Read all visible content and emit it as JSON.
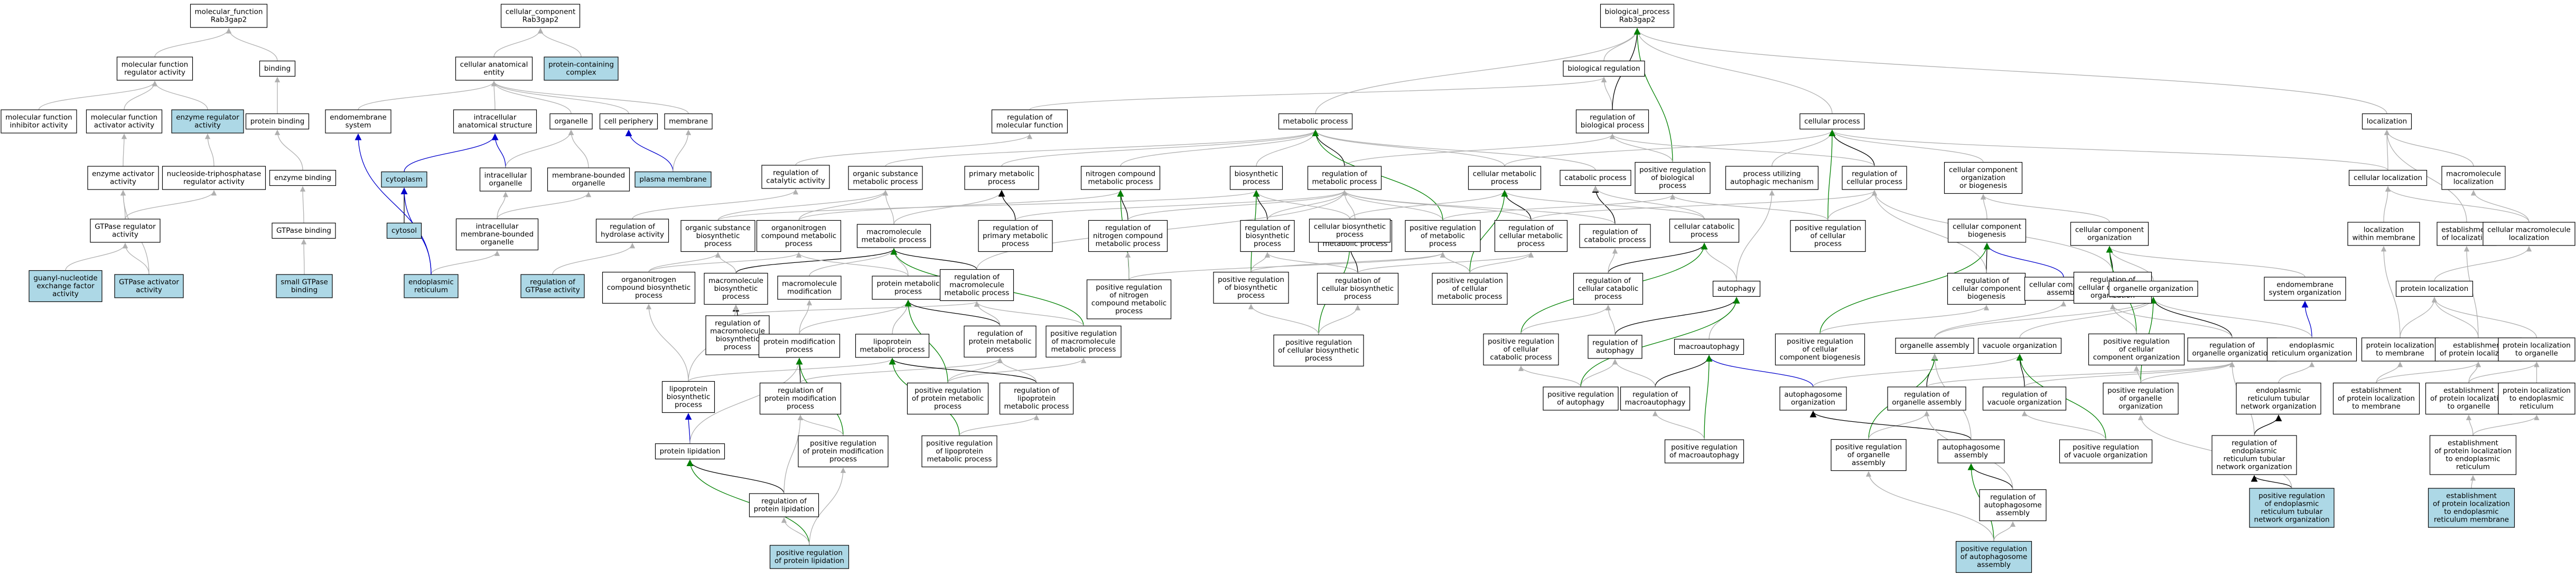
{
  "colors": {
    "highlight": "#add8e6",
    "plain": "#ffffff",
    "edge_is_a": "#b0b0b0",
    "edge_part_of": "#000000",
    "edge_positive": "#008000",
    "edge_blue": "#0000cc"
  },
  "nodes": [
    {
      "id": "mf",
      "lines": [
        "molecular_function",
        "Rab3gap2"
      ]
    },
    {
      "id": "cc",
      "lines": [
        "cellular_component",
        "Rab3gap2"
      ]
    },
    {
      "id": "bp",
      "lines": [
        "biological_process",
        "Rab3gap2"
      ]
    },
    {
      "id": "mfreg",
      "lines": [
        "molecular function",
        "regulator activity"
      ]
    },
    {
      "id": "binding",
      "lines": [
        "binding"
      ]
    },
    {
      "id": "cae",
      "lines": [
        "cellular anatomical",
        "entity"
      ]
    },
    {
      "id": "pcc",
      "lines": [
        "protein-containing",
        "complex"
      ],
      "hl": true
    },
    {
      "id": "breg",
      "lines": [
        "biological regulation"
      ]
    },
    {
      "id": "mfinh",
      "lines": [
        "molecular function",
        "inhibitor activity"
      ]
    },
    {
      "id": "mfact",
      "lines": [
        "molecular function",
        "activator activity"
      ]
    },
    {
      "id": "enzreg",
      "lines": [
        "enzyme regulator",
        "activity"
      ],
      "hl": true
    },
    {
      "id": "protbind",
      "lines": [
        "protein binding"
      ]
    },
    {
      "id": "endomem",
      "lines": [
        "endomembrane",
        "system"
      ]
    },
    {
      "id": "intraanat",
      "lines": [
        "intracellular",
        "anatomical structure"
      ]
    },
    {
      "id": "organelle",
      "lines": [
        "organelle"
      ]
    },
    {
      "id": "cellperi",
      "lines": [
        "cell periphery"
      ]
    },
    {
      "id": "membrane",
      "lines": [
        "membrane"
      ]
    },
    {
      "id": "regmf",
      "lines": [
        "regulation of",
        "molecular function"
      ]
    },
    {
      "id": "metab",
      "lines": [
        "metabolic process"
      ]
    },
    {
      "id": "regbp",
      "lines": [
        "regulation of",
        "biological process"
      ]
    },
    {
      "id": "cellproc",
      "lines": [
        "cellular process"
      ]
    },
    {
      "id": "localiz",
      "lines": [
        "localization"
      ]
    },
    {
      "id": "enzact",
      "lines": [
        "enzyme activator",
        "activity"
      ]
    },
    {
      "id": "ntpreg",
      "lines": [
        "nucleoside-triphosphatase",
        "regulator activity"
      ]
    },
    {
      "id": "enzbind",
      "lines": [
        "enzyme binding"
      ]
    },
    {
      "id": "cytoplasm",
      "lines": [
        "cytoplasm"
      ],
      "hl": true
    },
    {
      "id": "intraorg",
      "lines": [
        "intracellular",
        "organelle"
      ]
    },
    {
      "id": "membound",
      "lines": [
        "membrane-bounded",
        "organelle"
      ]
    },
    {
      "id": "plasmamem",
      "lines": [
        "plasma membrane"
      ],
      "hl": true
    },
    {
      "id": "regcatact",
      "lines": [
        "regulation of",
        "catalytic activity"
      ]
    },
    {
      "id": "orgsubmet",
      "lines": [
        "organic substance",
        "metabolic process"
      ]
    },
    {
      "id": "primmet",
      "lines": [
        "primary metabolic",
        "process"
      ]
    },
    {
      "id": "nitmet",
      "lines": [
        "nitrogen compound",
        "metabolic process"
      ]
    },
    {
      "id": "biosyn",
      "lines": [
        "biosynthetic",
        "process"
      ]
    },
    {
      "id": "regmet",
      "lines": [
        "regulation of",
        "metabolic process"
      ]
    },
    {
      "id": "cellmet",
      "lines": [
        "cellular metabolic",
        "process"
      ]
    },
    {
      "id": "catab",
      "lines": [
        "catabolic process"
      ]
    },
    {
      "id": "posregbp",
      "lines": [
        "positive regulation",
        "of biological",
        "process"
      ]
    },
    {
      "id": "autophmech",
      "lines": [
        "process utilizing",
        "autophagic mechanism"
      ]
    },
    {
      "id": "regcellproc",
      "lines": [
        "regulation of",
        "cellular process"
      ]
    },
    {
      "id": "ccob",
      "lines": [
        "cellular component",
        "organization",
        "or biogenesis"
      ]
    },
    {
      "id": "cellloc",
      "lines": [
        "cellular localization"
      ]
    },
    {
      "id": "macroloc",
      "lines": [
        "macromolecule",
        "localization"
      ]
    },
    {
      "id": "gtpasereg",
      "lines": [
        "GTPase regulator",
        "activity"
      ]
    },
    {
      "id": "gtpbind",
      "lines": [
        "GTPase binding"
      ]
    },
    {
      "id": "cytosol",
      "lines": [
        "cytosol"
      ],
      "hl": true
    },
    {
      "id": "intramemorg",
      "lines": [
        "intracellular",
        "membrane-bounded",
        "organelle"
      ]
    },
    {
      "id": "reghydro",
      "lines": [
        "regulation of",
        "hydrolase activity"
      ]
    },
    {
      "id": "orgsubbio",
      "lines": [
        "organic substance",
        "biosynthetic",
        "process"
      ]
    },
    {
      "id": "orgnitmet",
      "lines": [
        "organonitrogen",
        "compound metabolic",
        "process"
      ]
    },
    {
      "id": "macromet",
      "lines": [
        "macromolecule",
        "metabolic process"
      ]
    },
    {
      "id": "regprimmet",
      "lines": [
        "regulation of",
        "primary metabolic",
        "process"
      ]
    },
    {
      "id": "regnitmet",
      "lines": [
        "regulation of",
        "nitrogen compound",
        "metabolic process"
      ]
    },
    {
      "id": "regbiosyn",
      "lines": [
        "regulation of",
        "biosynthetic",
        "process"
      ]
    },
    {
      "id": "regmacromet",
      "lines": [
        "regulation of",
        "macromolecule",
        "metabolic process"
      ]
    },
    {
      "id": "cellbiosyn",
      "lines": [
        "cellular biosynthetic",
        "process"
      ]
    },
    {
      "id": "posregmet",
      "lines": [
        "positive regulation",
        "of metabolic",
        "process"
      ]
    },
    {
      "id": "regcellmet",
      "lines": [
        "regulation of",
        "cellular metabolic",
        "process"
      ]
    },
    {
      "id": "regcatab",
      "lines": [
        "regulation of",
        "catabolic process"
      ]
    },
    {
      "id": "cellcatab",
      "lines": [
        "cellular catabolic",
        "process"
      ]
    },
    {
      "id": "posregcell",
      "lines": [
        "positive regulation",
        "of cellular",
        "process"
      ]
    },
    {
      "id": "ccbiogen",
      "lines": [
        "cellular component",
        "biogenesis"
      ]
    },
    {
      "id": "ccorg",
      "lines": [
        "cellular component",
        "organization"
      ]
    },
    {
      "id": "locmem",
      "lines": [
        "localization",
        "within membrane"
      ]
    },
    {
      "id": "estloc",
      "lines": [
        "establishment",
        "of localization"
      ]
    },
    {
      "id": "cellmacroloc",
      "lines": [
        "cellular macromolecule",
        "localization"
      ]
    },
    {
      "id": "gefact",
      "lines": [
        "guanyl-nucleotide",
        "exchange factor",
        "activity"
      ],
      "hl": true
    },
    {
      "id": "gtpaseact",
      "lines": [
        "GTPase activator",
        "activity"
      ],
      "hl": true
    },
    {
      "id": "smallgtp",
      "lines": [
        "small GTPase",
        "binding"
      ],
      "hl": true
    },
    {
      "id": "er",
      "lines": [
        "endoplasmic",
        "reticulum"
      ],
      "hl": true
    },
    {
      "id": "reggtpase",
      "lines": [
        "regulation of",
        "GTPase activity"
      ],
      "hl": true
    },
    {
      "id": "orgnitbio",
      "lines": [
        "organonitrogen",
        "compound biosynthetic",
        "process"
      ]
    },
    {
      "id": "macrobio",
      "lines": [
        "macromolecule",
        "biosynthetic",
        "process"
      ]
    },
    {
      "id": "macromod",
      "lines": [
        "macromolecule",
        "modification"
      ]
    },
    {
      "id": "protmet",
      "lines": [
        "protein metabolic",
        "process"
      ]
    },
    {
      "id": "regmacrometb",
      "lines": [
        "regulation of",
        "macromolecule",
        "metabolic process"
      ]
    },
    {
      "id": "posregnitmet",
      "lines": [
        "positive regulation",
        "of nitrogen",
        "compound metabolic",
        "process"
      ]
    },
    {
      "id": "posregbiosyn",
      "lines": [
        "positive regulation",
        "of biosynthetic",
        "process"
      ]
    },
    {
      "id": "regcellbiosyn",
      "lines": [
        "regulation of",
        "cellular biosynthetic",
        "process"
      ]
    },
    {
      "id": "posregcellmet",
      "lines": [
        "positive regulation",
        "of cellular",
        "metabolic process"
      ]
    },
    {
      "id": "regcellcatab",
      "lines": [
        "regulation of",
        "cellular catabolic",
        "process"
      ]
    },
    {
      "id": "autophagy",
      "lines": [
        "autophagy"
      ]
    },
    {
      "id": "regccbiogen",
      "lines": [
        "regulation of",
        "cellular component",
        "biogenesis"
      ]
    },
    {
      "id": "ccassembly",
      "lines": [
        "cellular component",
        "assembly"
      ]
    },
    {
      "id": "regccorg",
      "lines": [
        "regulation of",
        "cellular component",
        "organization"
      ]
    },
    {
      "id": "orgorg",
      "lines": [
        "organelle organization"
      ]
    },
    {
      "id": "endomemorg",
      "lines": [
        "endomembrane",
        "system organization"
      ]
    },
    {
      "id": "protloc",
      "lines": [
        "protein localization"
      ]
    },
    {
      "id": "regmacrobio",
      "lines": [
        "regulation of",
        "macromolecule",
        "biosynthetic",
        "process"
      ]
    },
    {
      "id": "protmod",
      "lines": [
        "protein modification",
        "process"
      ]
    },
    {
      "id": "lipoprotmet",
      "lines": [
        "lipoprotein",
        "metabolic process"
      ]
    },
    {
      "id": "regprotmet",
      "lines": [
        "regulation of",
        "protein metabolic",
        "process"
      ]
    },
    {
      "id": "posregmacromet",
      "lines": [
        "positive regulation",
        "of macromolecule",
        "metabolic process"
      ]
    },
    {
      "id": "posregcellbiosyn",
      "lines": [
        "positive regulation",
        "of cellular biosynthetic",
        "process"
      ]
    },
    {
      "id": "posregcellcatab",
      "lines": [
        "positive regulation",
        "of cellular",
        "catabolic process"
      ]
    },
    {
      "id": "regautoph",
      "lines": [
        "regulation of",
        "autophagy"
      ]
    },
    {
      "id": "macroautoph",
      "lines": [
        "macroautophagy"
      ]
    },
    {
      "id": "posregccbiogen",
      "lines": [
        "positive regulation",
        "of cellular",
        "component biogenesis"
      ]
    },
    {
      "id": "orgassembly",
      "lines": [
        "organelle assembly"
      ]
    },
    {
      "id": "vacuoleorg",
      "lines": [
        "vacuole organization"
      ]
    },
    {
      "id": "posregccorg",
      "lines": [
        "positive regulation",
        "of cellular",
        "component organization"
      ]
    },
    {
      "id": "regorgorg",
      "lines": [
        "regulation of",
        "organelle organization"
      ]
    },
    {
      "id": "ertubular",
      "lines": [
        "endoplasmic",
        "reticulum organization"
      ]
    },
    {
      "id": "protlocmem",
      "lines": [
        "protein localization",
        "to membrane"
      ]
    },
    {
      "id": "estprotloc",
      "lines": [
        "establishment",
        "of protein localization"
      ]
    },
    {
      "id": "protlocorg",
      "lines": [
        "protein localization",
        "to organelle"
      ]
    },
    {
      "id": "lipoprotbio",
      "lines": [
        "lipoprotein",
        "biosynthetic",
        "process"
      ]
    },
    {
      "id": "regprotmod",
      "lines": [
        "regulation of",
        "protein modification",
        "process"
      ]
    },
    {
      "id": "posregprotmet",
      "lines": [
        "positive regulation",
        "of protein metabolic",
        "process"
      ]
    },
    {
      "id": "reglipoprot",
      "lines": [
        "regulation of",
        "lipoprotein",
        "metabolic process"
      ]
    },
    {
      "id": "posregautoph",
      "lines": [
        "positive regulation",
        "of autophagy"
      ]
    },
    {
      "id": "regmacroautoph",
      "lines": [
        "regulation of",
        "macroautophagy"
      ]
    },
    {
      "id": "autophagosomeorg",
      "lines": [
        "autophagosome",
        "organization"
      ]
    },
    {
      "id": "regorgassembly",
      "lines": [
        "regulation of",
        "organelle assembly"
      ]
    },
    {
      "id": "regvacuoleorg",
      "lines": [
        "regulation of",
        "vacuole organization"
      ]
    },
    {
      "id": "posregorgorg",
      "lines": [
        "positive regulation",
        "of organelle",
        "organization"
      ]
    },
    {
      "id": "ertubnet",
      "lines": [
        "endoplasmic",
        "reticulum tubular",
        "network organization"
      ]
    },
    {
      "id": "estprotlocmem",
      "lines": [
        "establishment",
        "of protein localization",
        "to membrane"
      ]
    },
    {
      "id": "estprotlocorg",
      "lines": [
        "establishment",
        "of protein localization",
        "to organelle"
      ]
    },
    {
      "id": "protlocer",
      "lines": [
        "protein localization",
        "to endoplasmic",
        "reticulum"
      ]
    },
    {
      "id": "protlipid",
      "lines": [
        "protein lipidation"
      ]
    },
    {
      "id": "posregprotmod",
      "lines": [
        "positive regulation",
        "of protein modification",
        "process"
      ]
    },
    {
      "id": "posreglipoprot",
      "lines": [
        "positive regulation",
        "of lipoprotein",
        "metabolic process"
      ]
    },
    {
      "id": "posregmacroautoph",
      "lines": [
        "positive regulation",
        "of macroautophagy"
      ]
    },
    {
      "id": "posregorgassembly",
      "lines": [
        "positive regulation",
        "of organelle",
        "assembly"
      ]
    },
    {
      "id": "autophagosomeasm",
      "lines": [
        "autophagosome",
        "assembly"
      ]
    },
    {
      "id": "posregvacuoleorg",
      "lines": [
        "positive regulation",
        "of vacuole organization"
      ]
    },
    {
      "id": "regertub",
      "lines": [
        "regulation of",
        "endoplasmic",
        "reticulum tubular",
        "network organization"
      ]
    },
    {
      "id": "estprotloceR",
      "lines": [
        "establishment",
        "of protein localization",
        "to endoplasmic",
        "reticulum"
      ]
    },
    {
      "id": "regprotlipid",
      "lines": [
        "regulation of",
        "protein lipidation"
      ]
    },
    {
      "id": "regautophasm",
      "lines": [
        "regulation of",
        "autophagosome",
        "assembly"
      ]
    },
    {
      "id": "posregertub",
      "lines": [
        "positive regulation",
        "of endoplasmic",
        "reticulum tubular",
        "network organization"
      ],
      "hl": true
    },
    {
      "id": "estprotlocerM",
      "lines": [
        "establishment",
        "of protein localization",
        "to endoplasmic",
        "reticulum membrane"
      ],
      "hl": true
    },
    {
      "id": "posregprotlipid",
      "lines": [
        "positive regulation",
        "of protein lipidation"
      ],
      "hl": true
    },
    {
      "id": "posregautophasm",
      "lines": [
        "positive regulation",
        "of autophagosome",
        "assembly"
      ],
      "hl": true
    }
  ]
}
